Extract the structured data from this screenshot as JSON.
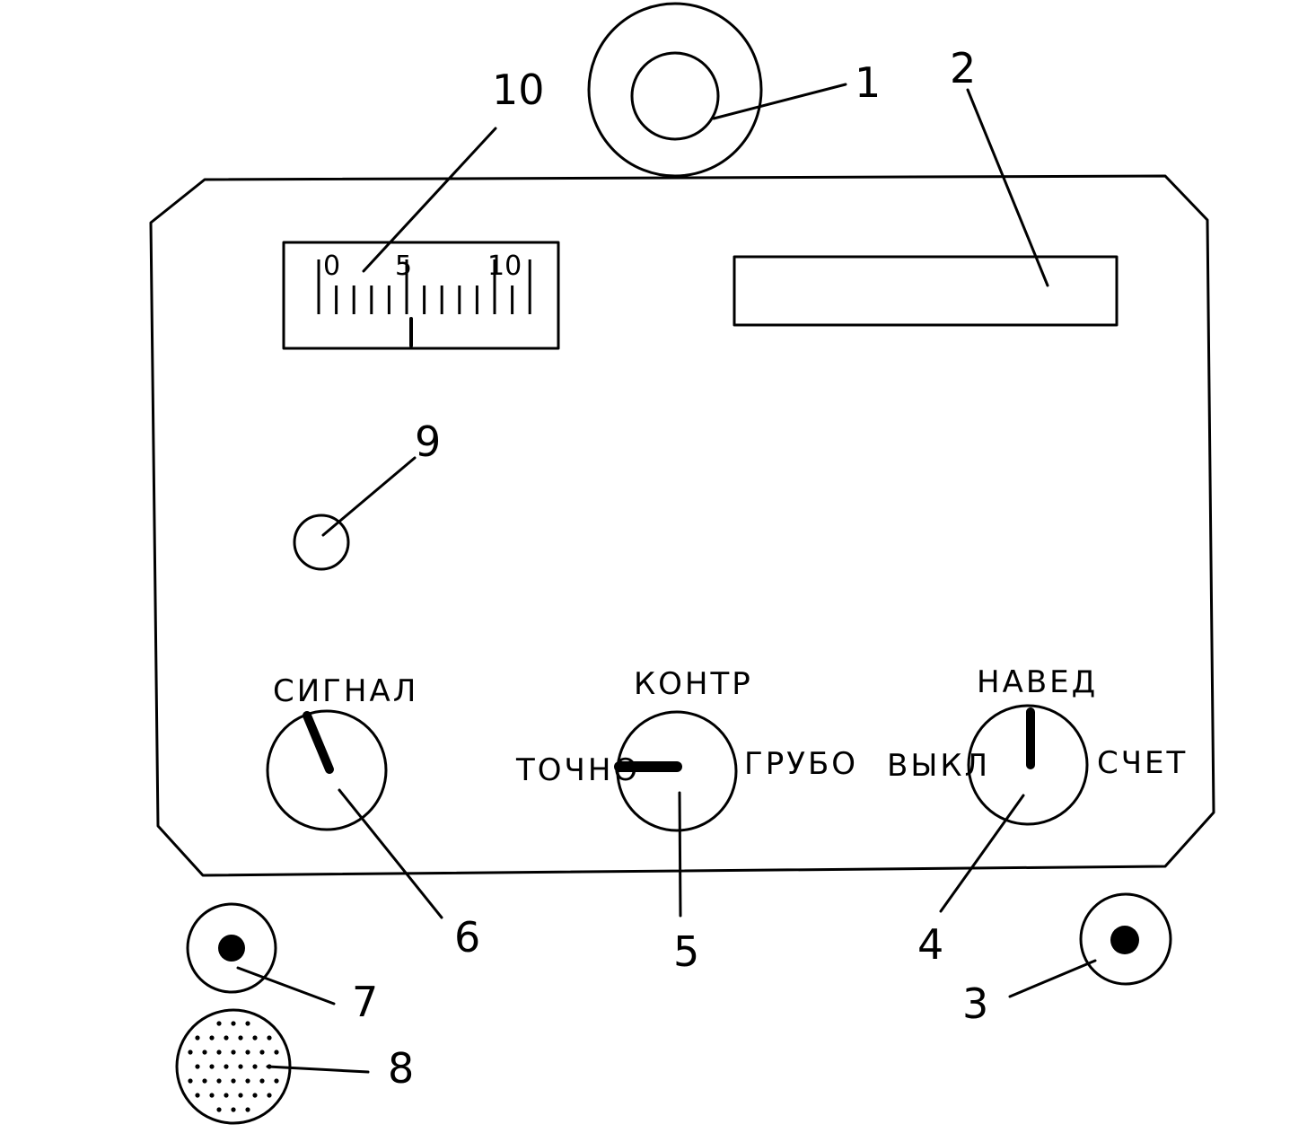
{
  "callouts": {
    "c1": "1",
    "c2": "2",
    "c3": "3",
    "c4": "4",
    "c5": "5",
    "c6": "6",
    "c7": "7",
    "c8": "8",
    "c9": "9",
    "c10": "10"
  },
  "scale": {
    "labels": [
      "0",
      "5",
      "10"
    ],
    "pointer_value": 5
  },
  "controls": {
    "signal": {
      "label": "СИГНАЛ"
    },
    "mode": {
      "top_label": "КОНТР",
      "left_label": "ТОЧНО",
      "right_label": "ГРУБО",
      "selected": "ТОЧНО"
    },
    "power": {
      "top_label": "НАВЕД",
      "left_label": "ВЫКЛ",
      "right_label": "СЧЕТ",
      "selected": "НАВЕД"
    }
  },
  "display_window": {
    "text": ""
  },
  "icons": {
    "dial": "rotary-knob-icon",
    "jack": "connector-jack-icon",
    "speaker": "speaker-grille-icon",
    "lamp": "indicator-lamp-icon",
    "eyepiece": "eyepiece-icon"
  },
  "colors": {
    "ink": "#000000",
    "paper": "#ffffff"
  }
}
